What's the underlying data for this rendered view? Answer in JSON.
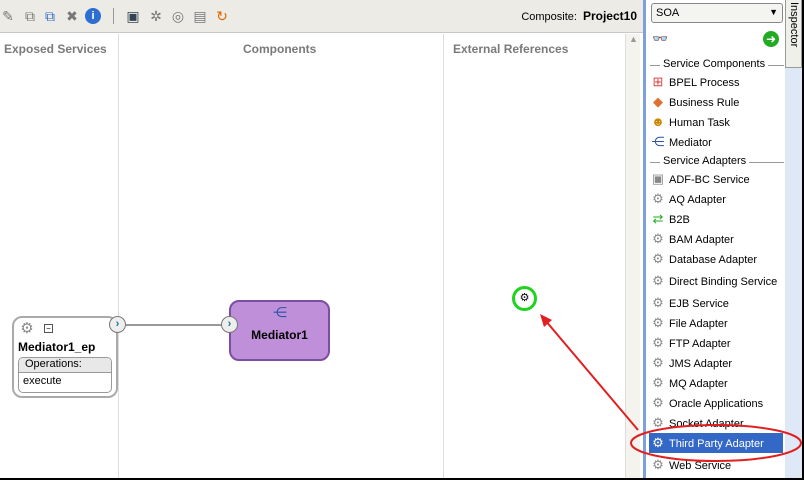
{
  "toolbar": {
    "icons": [
      "pencil-icon",
      "copy-icon",
      "duplicate-icon",
      "delete-icon",
      "info-icon",
      "adapter-icon",
      "tree-icon",
      "database-icon",
      "deploy-icon",
      "refresh-icon"
    ],
    "composite_label": "Composite:",
    "composite_name": "Project10"
  },
  "canvas": {
    "columns": [
      "Exposed Services",
      "Components",
      "External References"
    ],
    "service": {
      "name": "Mediator1_ep",
      "ops_header": "Operations:",
      "operation": "execute"
    },
    "component": {
      "name": "Mediator1"
    }
  },
  "palette": {
    "selected": "SOA",
    "sections": [
      {
        "title": "Service Components",
        "items": [
          "BPEL Process",
          "Business Rule",
          "Human Task",
          "Mediator"
        ]
      },
      {
        "title": "Service Adapters",
        "items": [
          "ADF-BC Service",
          "AQ Adapter",
          "B2B",
          "BAM Adapter",
          "Database Adapter",
          "Direct Binding Service",
          "EJB Service",
          "File Adapter",
          "FTP Adapter",
          "JMS Adapter",
          "MQ Adapter",
          "Oracle Applications",
          "Socket Adapter",
          "Third Party Adapter",
          "Web Service"
        ]
      }
    ],
    "selected_item": "Third Party Adapter"
  },
  "inspector": {
    "tab": "Inspector"
  },
  "colors": {
    "highlight": "#3468c6",
    "annotation": "#e02020",
    "drop_target": "#1fd31f",
    "mediator": "#c08fd9"
  }
}
